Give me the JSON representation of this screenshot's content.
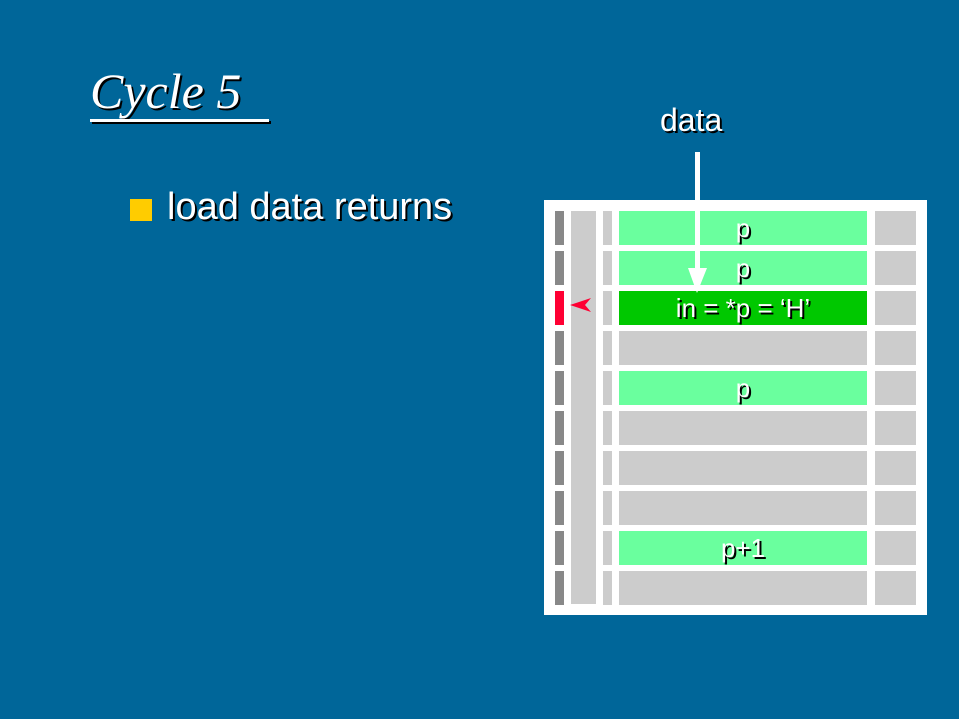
{
  "title": "Cycle 5",
  "bullets": [
    "load data returns"
  ],
  "diagram": {
    "arrow_label": "data",
    "colors": {
      "light_green": "#6aff9e",
      "green": "#00c800",
      "gray": "#cccccc",
      "red": "#ff0033",
      "dark_gray": "#888888"
    },
    "rows": [
      {
        "label": "p",
        "state": "light_green"
      },
      {
        "label": "p",
        "state": "light_green"
      },
      {
        "label": "in = *p = ‘H’",
        "state": "green",
        "marker": "red"
      },
      {
        "label": "",
        "state": "gray"
      },
      {
        "label": "p",
        "state": "light_green"
      },
      {
        "label": "",
        "state": "gray"
      },
      {
        "label": "",
        "state": "gray"
      },
      {
        "label": "",
        "state": "gray"
      },
      {
        "label": "p+1",
        "state": "light_green"
      },
      {
        "label": "",
        "state": "gray"
      }
    ]
  }
}
